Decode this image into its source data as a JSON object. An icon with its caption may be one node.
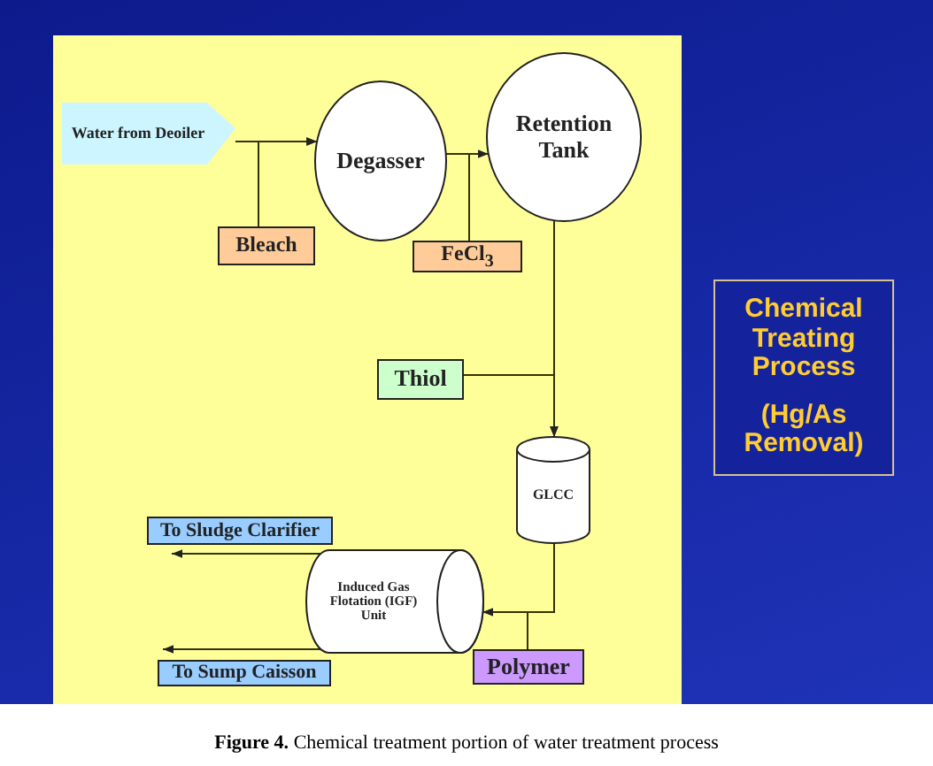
{
  "diagram": {
    "caption": "**Figure 4.** Chemical treatment portion of water treatment process",
    "nodes": [
      {
        "text": [
          "Water from Deoiler"
        ]
      },
      {
        "text": [
          "Degasser"
        ]
      },
      {
        "text": [
          "Retention Tank"
        ]
      },
      {
        "text": [
          "Bleach"
        ]
      },
      {
        "text": [
          "FeCl$_{3}$"
        ]
      },
      {
        "text": [
          "Thiol"
        ]
      },
      {
        "text": [
          "GLCC"
        ]
      },
      {
        "text": [
          "To Sludge Clarifier"
        ]
      },
      {
        "text": [
          "Induced Gas Flotation (IGF) Unit"
        ]
      },
      {
        "text": [
          "Polymer"
        ]
      },
      {
        "text": [
          "To Sump Caisson"
        ]
      },
      {
        "text": [
          "Chemical Treating Process",
          "(Hg/As Removal)"
        ]
      }
    ],
    "edges": [
      {
        "from": 0,
        "to": 1,
        "arrow": "to"
      },
      {
        "from": 3,
        "to": 1,
        "arrow": "to"
      },
      {
        "from": 1,
        "to": 2,
        "arrow": "none"
      },
      {
        "from": 4,
        "to": 2,
        "arrow": "to"
      },
      {
        "from": 2,
        "to": 6,
        "arrow": "to"
      },
      {
        "from": 5,
        "to": 6,
        "arrow": "to"
      },
      {
        "from": 6,
        "to": 8,
        "arrow": "to"
      },
      {
        "from": 9,
        "to": 8,
        "arrow": "to"
      },
      {
        "from": 8,
        "to": 7,
        "arrow": "to"
      },
      {
        "from": 8,
        "to": 10,
        "arrow": "to"
      }
    ]
  }
}
